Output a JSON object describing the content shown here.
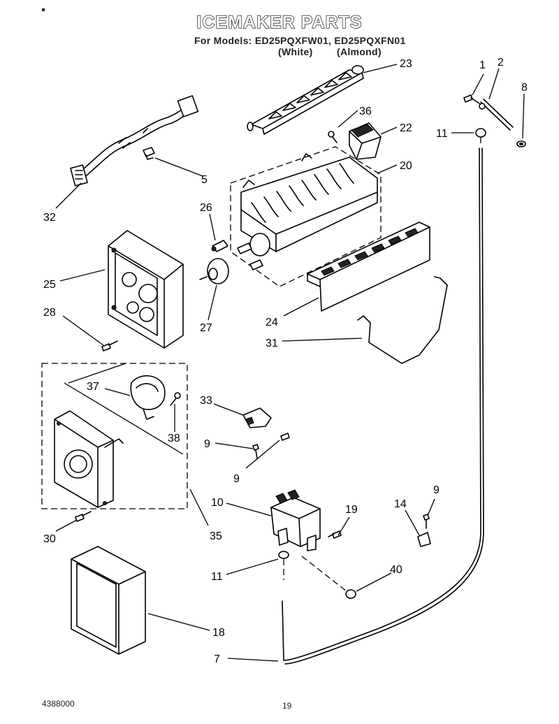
{
  "header": {
    "title": "ICEMAKER PARTS",
    "models_line": "For Models: ED25PQXFW01, ED25PQXFN01",
    "variant_white": "(White)",
    "variant_almond": "(Almond)"
  },
  "footer": {
    "doc_number": "4388000",
    "page_number": "19"
  },
  "callouts": {
    "c1": "1",
    "c2": "2",
    "c5": "5",
    "c7": "7",
    "c8": "8",
    "c9a": "9",
    "c9b": "9",
    "c9c": "9",
    "c10": "10",
    "c11a": "11",
    "c11b": "11",
    "c14": "14",
    "c18": "18",
    "c19": "19",
    "c20": "20",
    "c22": "22",
    "c23": "23",
    "c24": "24",
    "c25": "25",
    "c26": "26",
    "c27": "27",
    "c28": "28",
    "c30": "30",
    "c31": "31",
    "c32": "32",
    "c33": "33",
    "c35": "35",
    "c36": "36",
    "c37": "37",
    "c38": "38",
    "c40": "40"
  }
}
